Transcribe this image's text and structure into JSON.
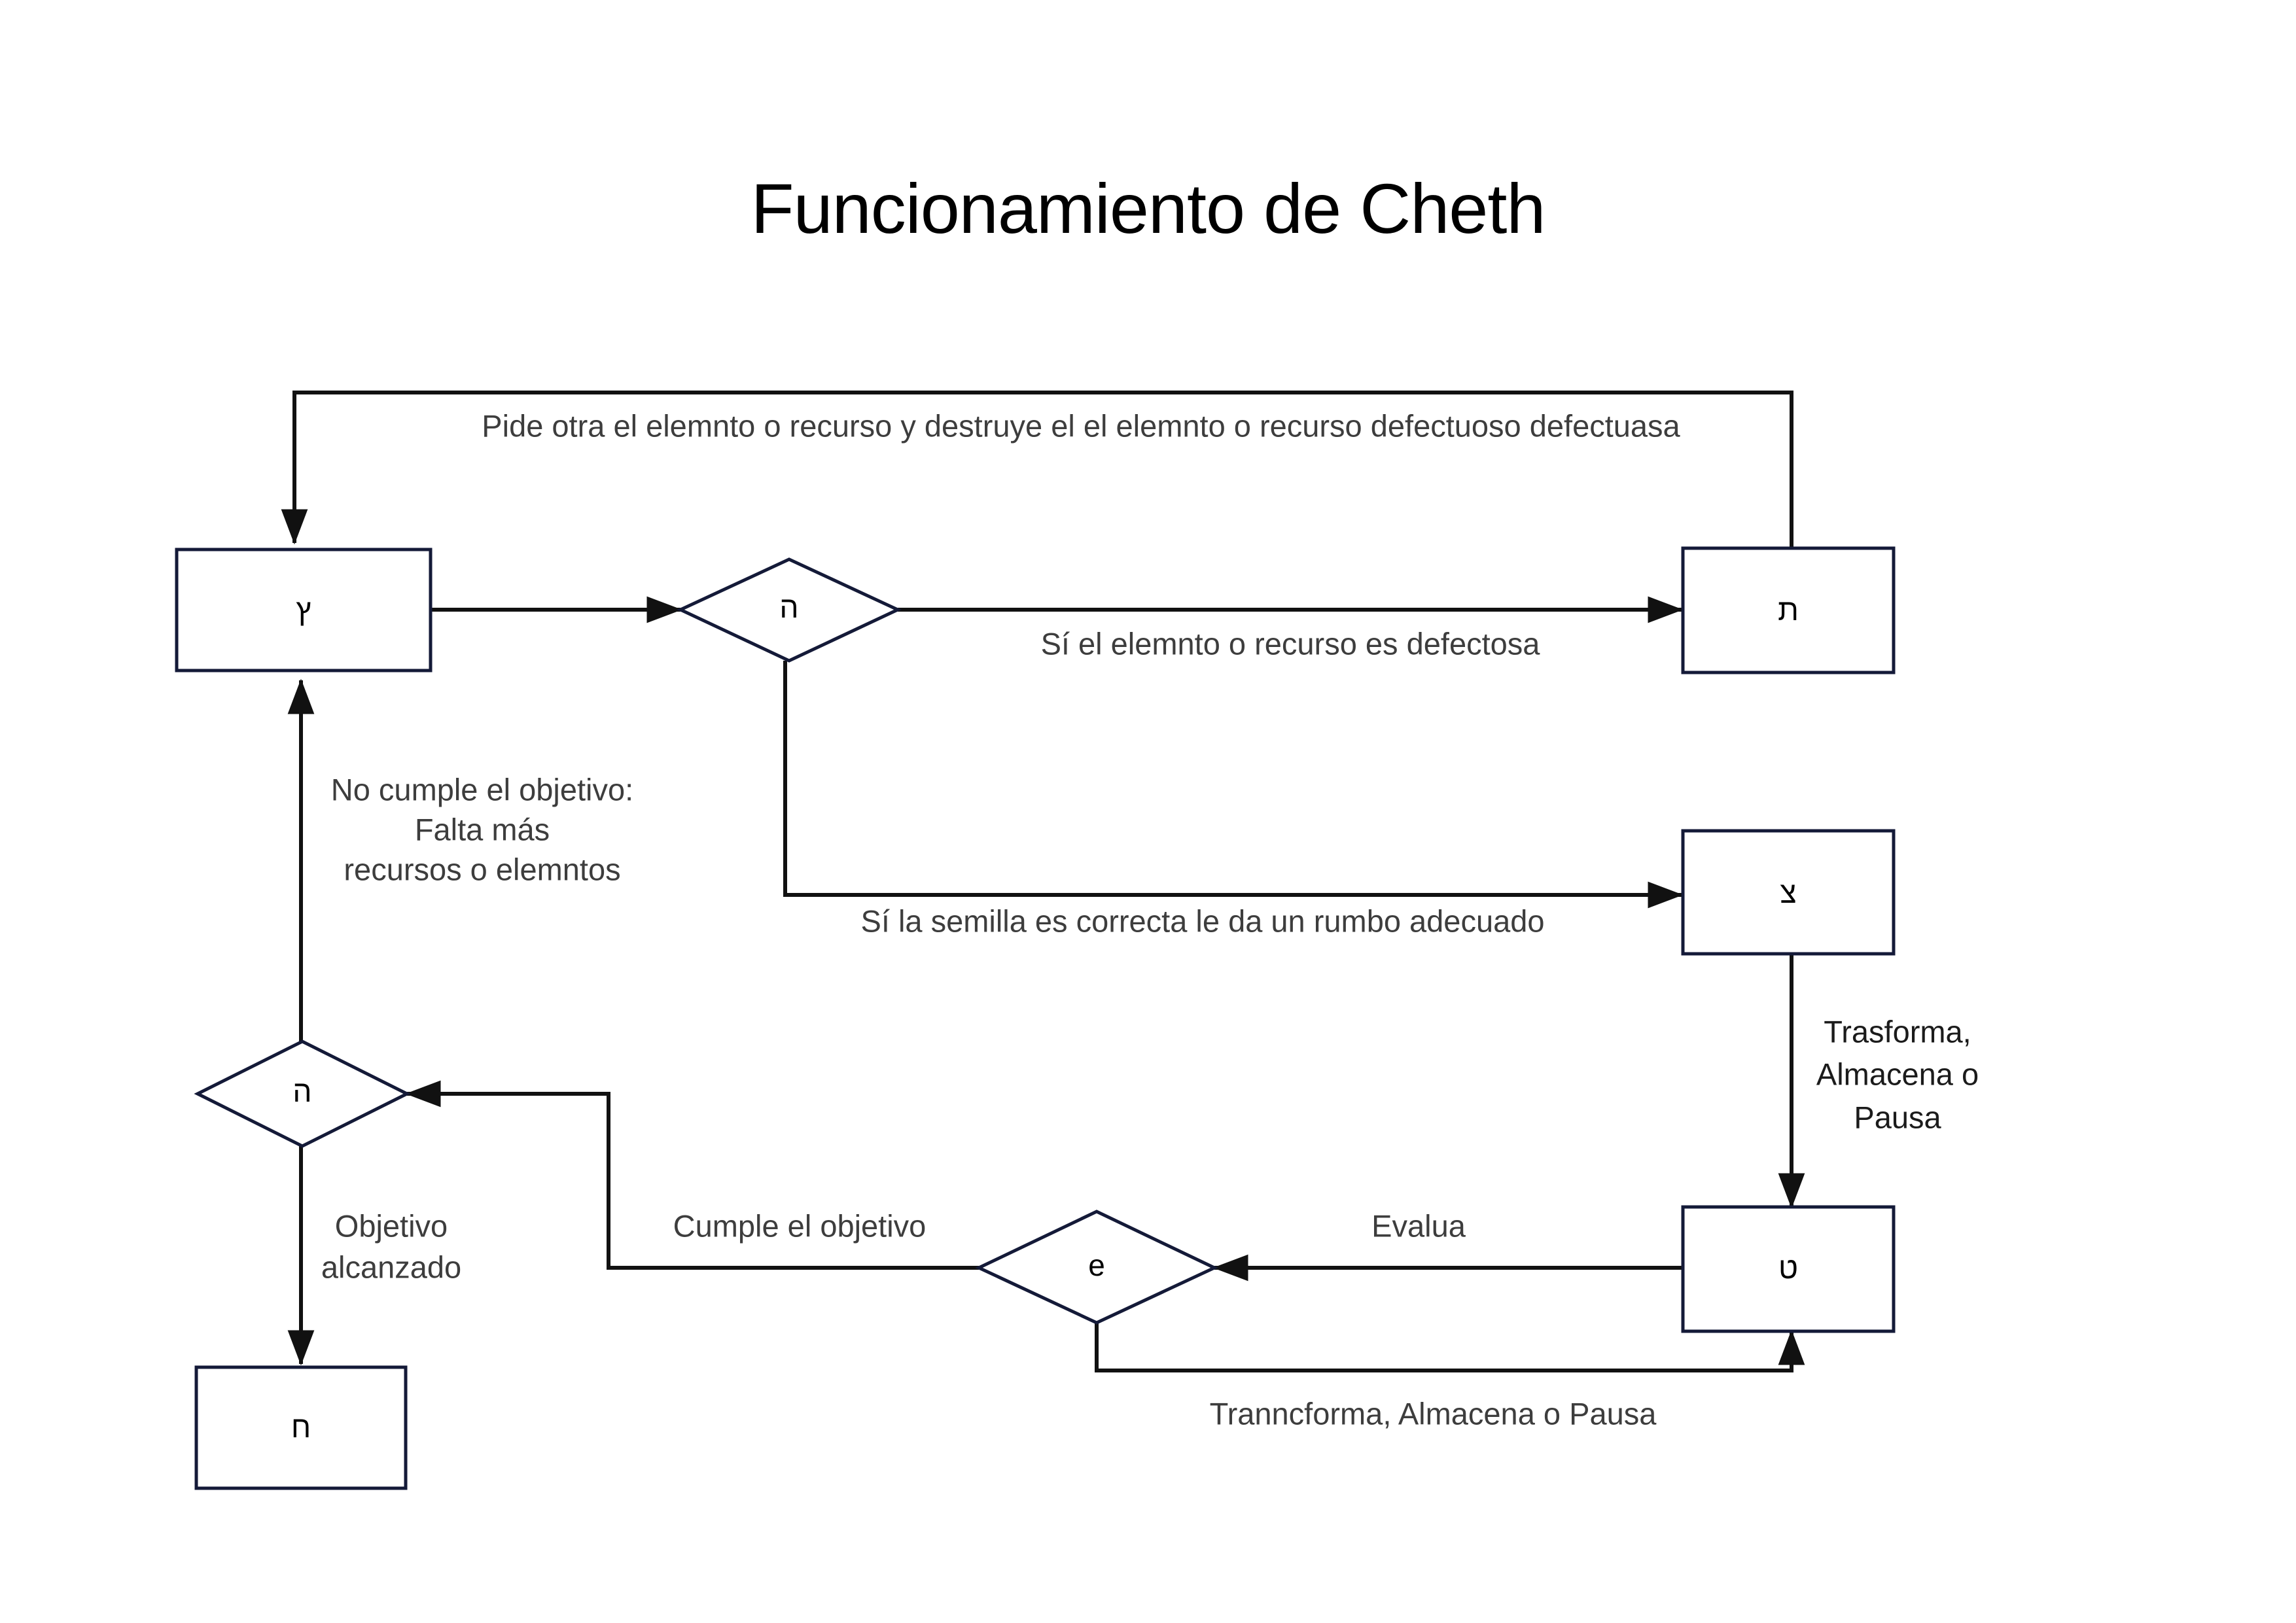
{
  "slide": {
    "title": "Funcionamiento de Cheth",
    "background": "#ffffff",
    "shape_stroke": "#141a38",
    "edge_stroke": "#111111",
    "text_color": "#3d3d3d"
  },
  "nodes": {
    "tsadi_final_box": {
      "label": "ץ",
      "shape": "process"
    },
    "he_decision_top": {
      "label": "ה",
      "shape": "decision"
    },
    "tav_box": {
      "label": "ת",
      "shape": "process"
    },
    "tsadi_box": {
      "label": "צ",
      "shape": "process"
    },
    "tet_box": {
      "label": "ט",
      "shape": "process"
    },
    "e_decision": {
      "label": "e",
      "shape": "decision"
    },
    "he_decision_bottom": {
      "label": "ה",
      "shape": "decision"
    },
    "het_box": {
      "label": "ח",
      "shape": "process"
    }
  },
  "edges": {
    "feedback_top": {
      "label": "Pide otra el elemnto o recurso y destruye el el elemnto o recurso defectuoso defectuasa",
      "from": "tav_box",
      "to": "tsadi_final_box"
    },
    "tsadi_to_he": {
      "label": "",
      "from": "tsadi_final_box",
      "to": "he_decision_top"
    },
    "defectosa": {
      "label": "Sí el elemnto o recurso es defectosa",
      "from": "he_decision_top",
      "to": "tav_box"
    },
    "semilla": {
      "label": "Sí la semilla es correcta le da un rumbo adecuado",
      "from": "he_decision_top",
      "to": "tsadi_box"
    },
    "trasforma_right": {
      "label_lines": [
        "Trasforma,",
        "Almacena o",
        "Pausa"
      ],
      "from": "tsadi_box",
      "to": "tet_box"
    },
    "evalua": {
      "label": "Evalua",
      "from": "tet_box",
      "to": "e_decision"
    },
    "tranncforma_bottom": {
      "label": "Tranncforma, Almacena o Pausa",
      "from": "e_decision",
      "to": "tet_box"
    },
    "cumple": {
      "label": "Cumple el objetivo",
      "from": "e_decision",
      "to": "he_decision_bottom"
    },
    "no_cumple": {
      "label_lines": [
        "No cumple el objetivo:",
        "Falta más",
        "recursos o elemntos"
      ],
      "from": "he_decision_bottom",
      "to": "tsadi_final_box"
    },
    "objetivo_alcanzado": {
      "label_lines": [
        "Objetivo",
        "alcanzado"
      ],
      "from": "he_decision_bottom",
      "to": "het_box"
    }
  }
}
